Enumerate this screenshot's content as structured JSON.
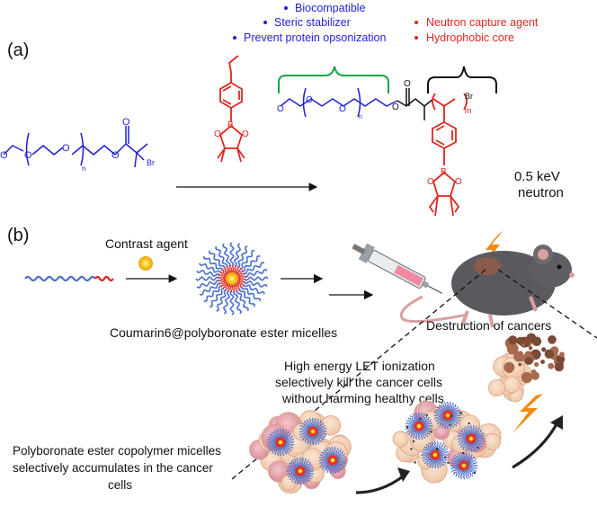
{
  "panel_a_label": "(a)",
  "panel_b_label": "(b)",
  "peg_features": [
    "Biocompatible",
    "Steric stabilizer",
    "Prevent protein opsonization"
  ],
  "core_features": [
    "Neutron capture agent",
    "Hydrophobic core"
  ],
  "chem": {
    "n": "n",
    "m": "m",
    "br": "Br",
    "o": "O",
    "b": "B"
  },
  "contrast_agent": "Contrast agent",
  "micelle_name": "Coumarin6@polyboronate ester micelles",
  "neutron_line1": "0.5 keV",
  "neutron_line2": "neutron",
  "destruction": "Destruction of cancers",
  "let_text": [
    "High energy LET ionization",
    "selectively kill the cancer cells",
    "without harming healthy cells"
  ],
  "accum_text": [
    "Polyboronate ester copolymer micelles",
    "selectively accumulates in the cancer",
    "cells"
  ],
  "colors": {
    "blue": "#1f1fd6",
    "red": "#e0261f",
    "green": "#1aa64a",
    "black": "#111111"
  }
}
